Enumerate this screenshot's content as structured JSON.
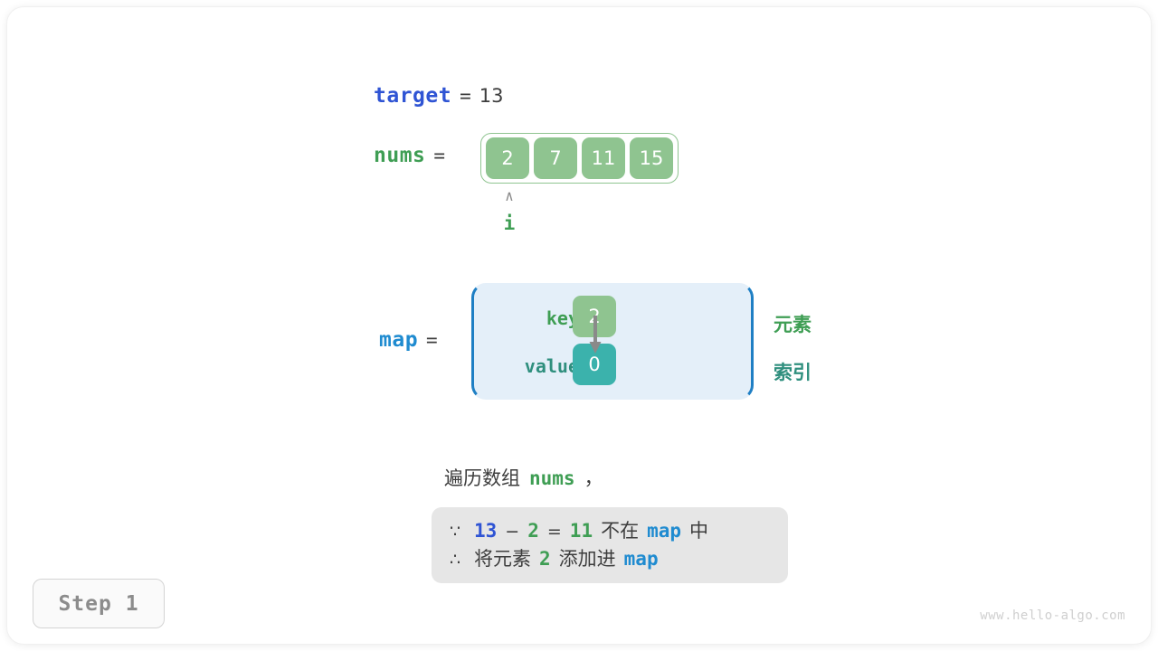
{
  "meta": {
    "step_label": "Step 1",
    "watermark": "www.hello-algo.com"
  },
  "colors": {
    "target_blue": "#2f54d4",
    "map_blue": "#1f8bd0",
    "green": "#3f9e54",
    "cell_green": "#8fc490",
    "teal": "#3bb2ac",
    "index_teal": "#2f8f7e",
    "map_panel_bg": "#e4eff9",
    "map_panel_border": "#1f7fc4",
    "formula_bg": "#e6e6e6",
    "text_dark": "#3d3d3d",
    "arrow_gray": "#8a8a8a"
  },
  "target": {
    "name": "target",
    "equals": "=",
    "value": "13"
  },
  "nums": {
    "name": "nums",
    "equals": "=",
    "cells": [
      "2",
      "7",
      "11",
      "15"
    ],
    "pointer": {
      "caret": "∧",
      "label": "i",
      "index": 0
    }
  },
  "map": {
    "name": "map",
    "equals": "=",
    "row_labels": {
      "key": "key",
      "value": "value"
    },
    "entry": {
      "key": "2",
      "value": "0"
    },
    "side_labels": {
      "element": "元素",
      "index": "索引"
    }
  },
  "caption": {
    "prefix": "遍历数组",
    "code": "nums",
    "suffix": "，"
  },
  "formula": {
    "line1": {
      "symbol": "∵",
      "a": "13",
      "minus": "−",
      "b": "2",
      "eq": "=",
      "c": "11",
      "text": "不在",
      "code": "map",
      "tail": "中"
    },
    "line2": {
      "symbol": "∴",
      "text": "将元素",
      "num": "2",
      "text2": "添加进",
      "code": "map"
    }
  }
}
